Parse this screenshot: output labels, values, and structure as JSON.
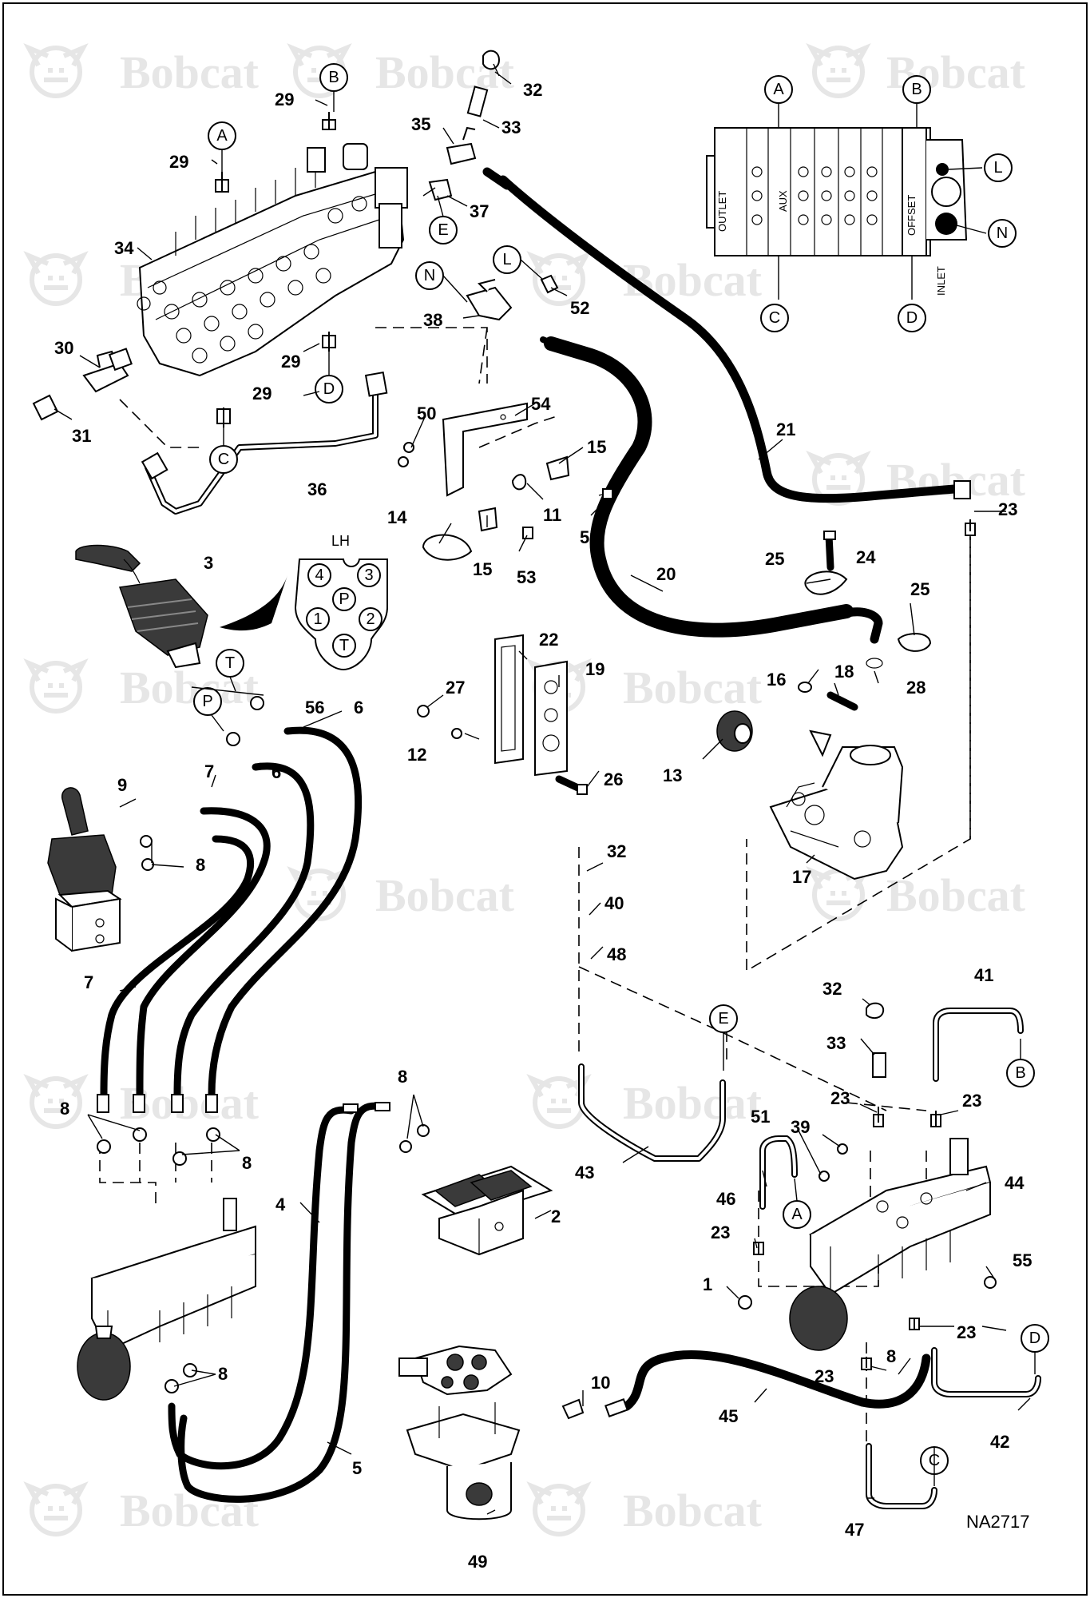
{
  "drawing_code": "NA2717",
  "watermark": "Bobcat",
  "connector_letters": {
    "a": "A",
    "b": "B",
    "c": "C",
    "d": "D",
    "e": "E",
    "l": "L",
    "n": "N",
    "p": "P",
    "t": "T"
  },
  "inset_valve": {
    "outlet": "OUTLET",
    "aux": "AUX",
    "offset": "OFFSET",
    "inlet": "INLET"
  },
  "pilot_port_diagram": {
    "title": "LH",
    "ports": [
      "4",
      "3",
      "P",
      "1",
      "2",
      "T"
    ]
  },
  "part_numbers": [
    "1",
    "2",
    "3",
    "4",
    "5",
    "6",
    "7",
    "8",
    "9",
    "10",
    "11",
    "12",
    "13",
    "14",
    "15",
    "16",
    "17",
    "18",
    "19",
    "20",
    "21",
    "22",
    "23",
    "24",
    "25",
    "26",
    "27",
    "28",
    "29",
    "30",
    "31",
    "32",
    "33",
    "34",
    "35",
    "36",
    "37",
    "38",
    "39",
    "40",
    "41",
    "42",
    "43",
    "44",
    "45",
    "46",
    "47",
    "48",
    "49",
    "50",
    "51",
    "52",
    "53",
    "54",
    "55",
    "56"
  ]
}
